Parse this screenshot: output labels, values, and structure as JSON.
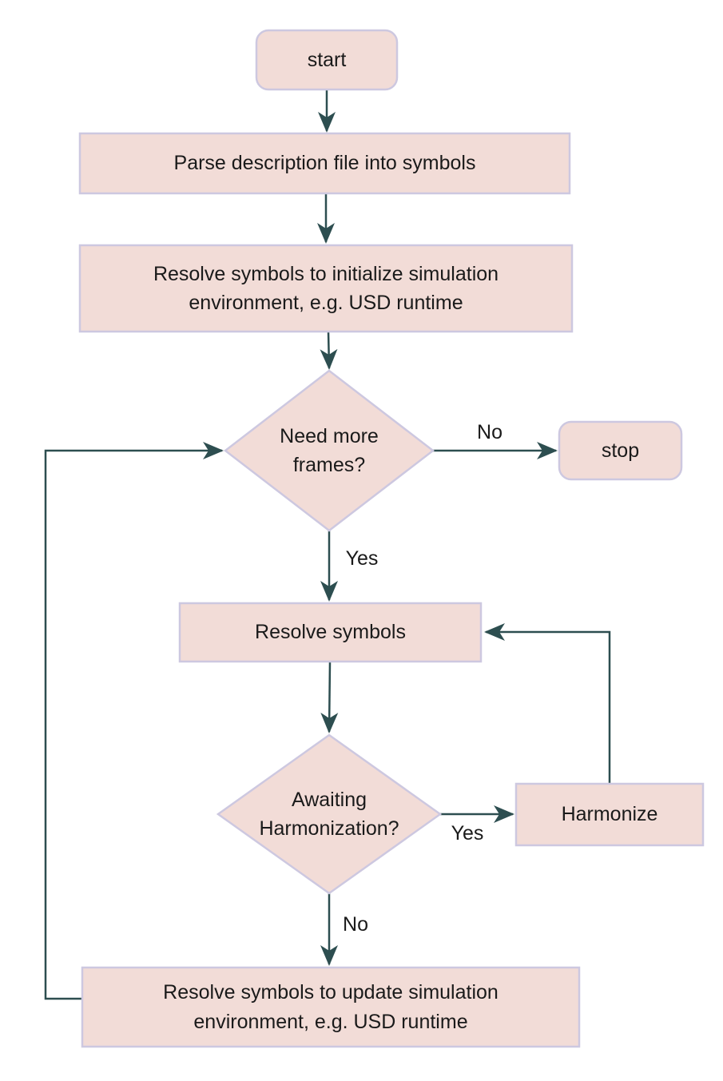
{
  "diagram": {
    "type": "flowchart",
    "direction": "top-down",
    "colors": {
      "node_fill": "#f2dcd7",
      "node_border": "#cdc8e0",
      "edge": "#2d4e50",
      "text": "#1a1a1a",
      "background": "#ffffff"
    },
    "nodes": {
      "start": {
        "shape": "rounded",
        "label": "start"
      },
      "parse": {
        "shape": "rect",
        "label": "Parse description file into symbols"
      },
      "init": {
        "shape": "rect",
        "label": "Resolve symbols to initialize simulation environment, e.g. USD runtime"
      },
      "need_frames": {
        "shape": "diamond",
        "label": "Need more frames?"
      },
      "stop": {
        "shape": "rounded",
        "label": "stop"
      },
      "resolve": {
        "shape": "rect",
        "label": "Resolve symbols"
      },
      "awaiting": {
        "shape": "diamond",
        "label": "Awaiting Harmonization?"
      },
      "harmonize": {
        "shape": "rect",
        "label": "Harmonize"
      },
      "update": {
        "shape": "rect",
        "label": "Resolve symbols to update simulation environment, e.g. USD runtime"
      }
    },
    "edges": [
      {
        "from": "start",
        "to": "parse",
        "label": ""
      },
      {
        "from": "parse",
        "to": "init",
        "label": ""
      },
      {
        "from": "init",
        "to": "need_frames",
        "label": ""
      },
      {
        "from": "need_frames",
        "to": "stop",
        "label": "No"
      },
      {
        "from": "need_frames",
        "to": "resolve",
        "label": "Yes"
      },
      {
        "from": "resolve",
        "to": "awaiting",
        "label": ""
      },
      {
        "from": "awaiting",
        "to": "harmonize",
        "label": "Yes"
      },
      {
        "from": "harmonize",
        "to": "resolve",
        "label": ""
      },
      {
        "from": "awaiting",
        "to": "update",
        "label": "No"
      },
      {
        "from": "update",
        "to": "need_frames",
        "label": ""
      }
    ]
  }
}
